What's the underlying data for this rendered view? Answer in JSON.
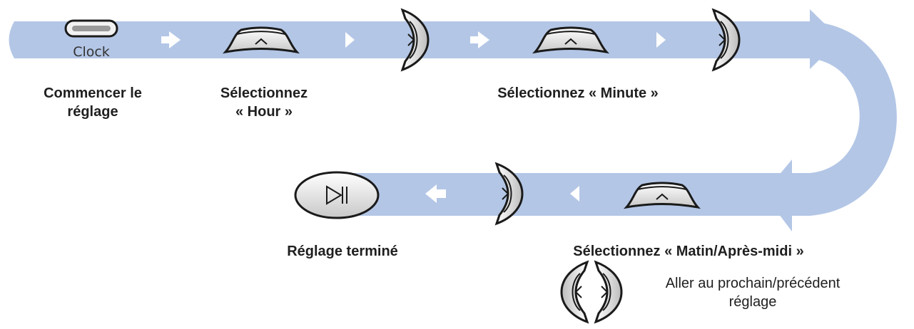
{
  "colors": {
    "band": "#b3c6e6",
    "arrow": "#ffffff",
    "button_outline": "#1a1a1a",
    "button_face": "#d9d9d9",
    "text": "#1f1f1f"
  },
  "buttons": {
    "clock": {
      "label": "Clock",
      "icon": "clock-button-icon"
    },
    "up": {
      "icon": "chevron-up-icon"
    },
    "next": {
      "icon": "chevron-right-icon"
    },
    "play_pause": {
      "icon": "play-pause-icon"
    },
    "prev_next": {
      "icon": "prev-next-icon"
    }
  },
  "steps": {
    "start": {
      "line1": "Commencer le",
      "line2": "réglage"
    },
    "hour": {
      "line1": "Sélectionnez",
      "line2": "« Hour »"
    },
    "minute": {
      "label": "Sélectionnez « Minute »"
    },
    "ampm": {
      "label": "Sélectionnez « Matin/Après-midi »"
    },
    "done": {
      "label": "Réglage terminé"
    }
  },
  "legend": {
    "line1": "Aller au prochain/précédent",
    "line2": "réglage"
  }
}
